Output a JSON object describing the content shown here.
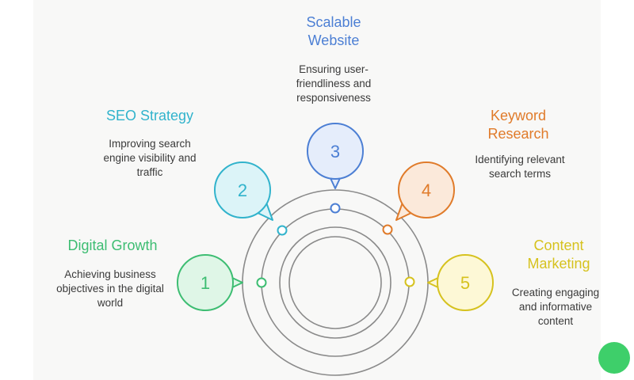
{
  "items": [
    {
      "number": "1",
      "title": "Digital Growth",
      "description": "Achieving business objectives in the digital world",
      "color": "#3dbd72",
      "fill": "#dff6e7"
    },
    {
      "number": "2",
      "title": "SEO Strategy",
      "description": "Improving search engine visibility and traffic",
      "color": "#31b3cc",
      "fill": "#dcf4f8"
    },
    {
      "number": "3",
      "title": "Scalable Website",
      "description": "Ensuring user-friendliness and responsiveness",
      "color": "#4c7fd4",
      "fill": "#e5edfb"
    },
    {
      "number": "4",
      "title": "Keyword Research",
      "description": "Identifying relevant search terms",
      "color": "#e07b2a",
      "fill": "#fbe9da"
    },
    {
      "number": "5",
      "title": "Content Marketing",
      "description": "Creating engaging and informative content",
      "color": "#d6c21e",
      "fill": "#fdf8d6"
    }
  ]
}
